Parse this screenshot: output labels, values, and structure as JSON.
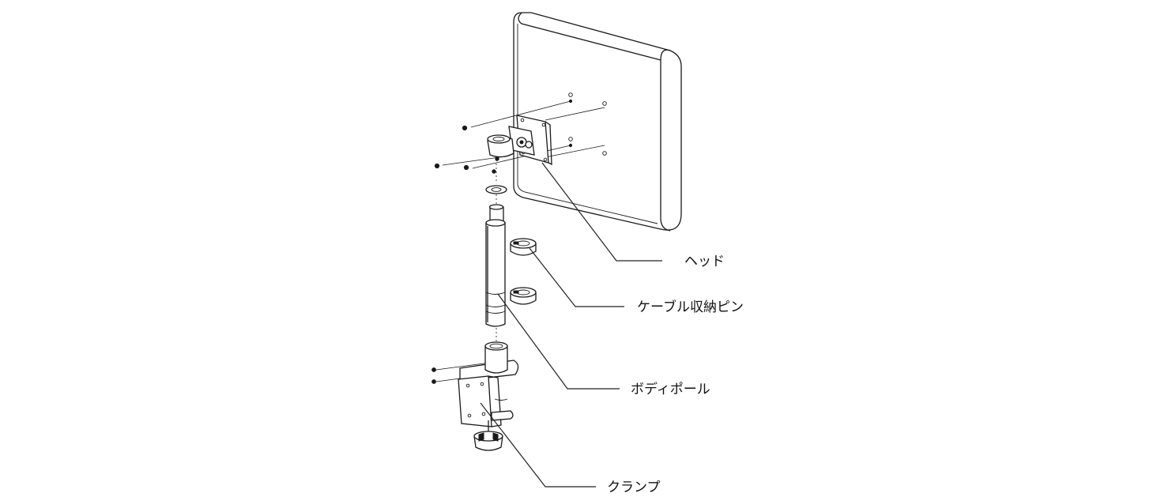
{
  "labels": {
    "head": "ヘッド",
    "cable_pin": "ケーブル収納ピン",
    "body_pole": "ボディポール",
    "clamp": "クランプ"
  }
}
